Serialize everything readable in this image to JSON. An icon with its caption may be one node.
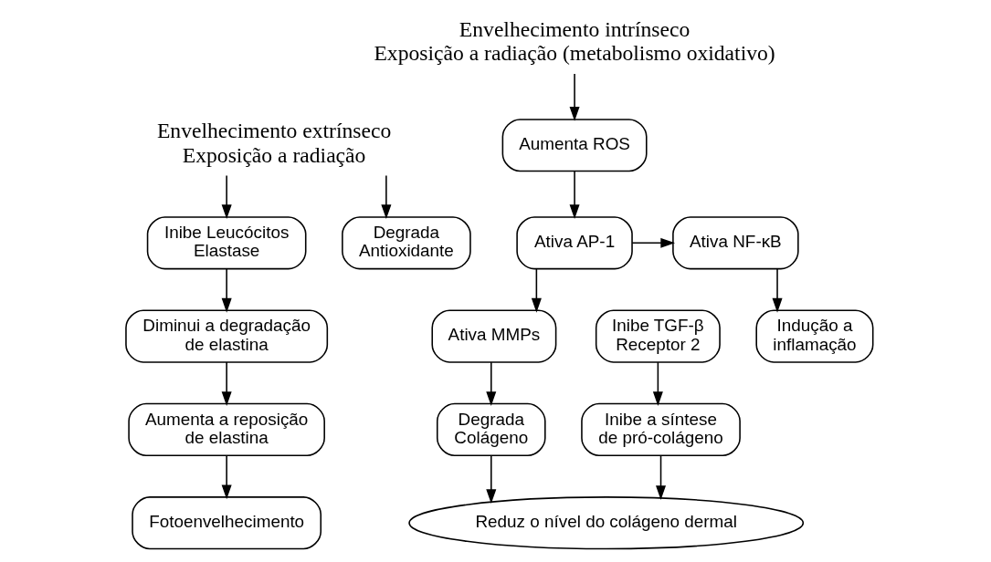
{
  "diagram": {
    "nodes": [
      {
        "text": [
          "Envelhecimento extrínseco",
          "Exposição a radiação"
        ]
      },
      {
        "text": [
          "Envelhecimento intrínseco",
          "Exposição a radiação (metabolismo oxidativo)"
        ]
      },
      {
        "text": [
          "Inibe Leucócitos Elastase"
        ]
      },
      {
        "text": [
          "Degrada Antioxidante"
        ]
      },
      {
        "text": [
          "Diminui a degradação de elastina"
        ]
      },
      {
        "text": [
          "Aumenta a reposição de elastina"
        ]
      },
      {
        "text": [
          "Fotoenvelhecimento"
        ]
      },
      {
        "text": [
          "Aumenta ROS"
        ]
      },
      {
        "text": [
          "Indução a inflamação"
        ]
      },
      {
        "text": [
          "Ativa AP-1"
        ]
      },
      {
        "text": [
          "Ativa NF-κB"
        ]
      },
      {
        "text": [
          "Inibe TGF-β Receptor 2"
        ]
      },
      {
        "text": [
          "Ativa MMPs"
        ]
      },
      {
        "text": [
          "Inibe a síntese de pró-colágeno"
        ]
      },
      {
        "text": [
          "Degrada Colágeno"
        ]
      },
      {
        "text": [
          "Reduz o nível do colágeno dermal"
        ]
      }
    ],
    "edges": [
      {
        "from": 0,
        "to": 2,
        "arrow": "to"
      },
      {
        "from": 0,
        "to": 3,
        "arrow": "to"
      },
      {
        "from": 1,
        "to": 7,
        "arrow": "to"
      },
      {
        "from": 2,
        "to": 4,
        "arrow": "to"
      },
      {
        "from": 4,
        "to": 5,
        "arrow": "to"
      },
      {
        "from": 5,
        "to": 6,
        "arrow": "to"
      },
      {
        "from": 7,
        "to": 9,
        "arrow": "to"
      },
      {
        "from": 9,
        "to": 12,
        "arrow": "to"
      },
      {
        "from": 9,
        "to": 10,
        "arrow": "to"
      },
      {
        "from": 10,
        "to": 8,
        "arrow": "to"
      },
      {
        "from": 11,
        "to": 13,
        "arrow": "to"
      },
      {
        "from": 12,
        "to": 14,
        "arrow": "to"
      },
      {
        "from": 13,
        "to": 15,
        "arrow": "to"
      },
      {
        "from": 14,
        "to": 15,
        "arrow": "to"
      }
    ]
  }
}
